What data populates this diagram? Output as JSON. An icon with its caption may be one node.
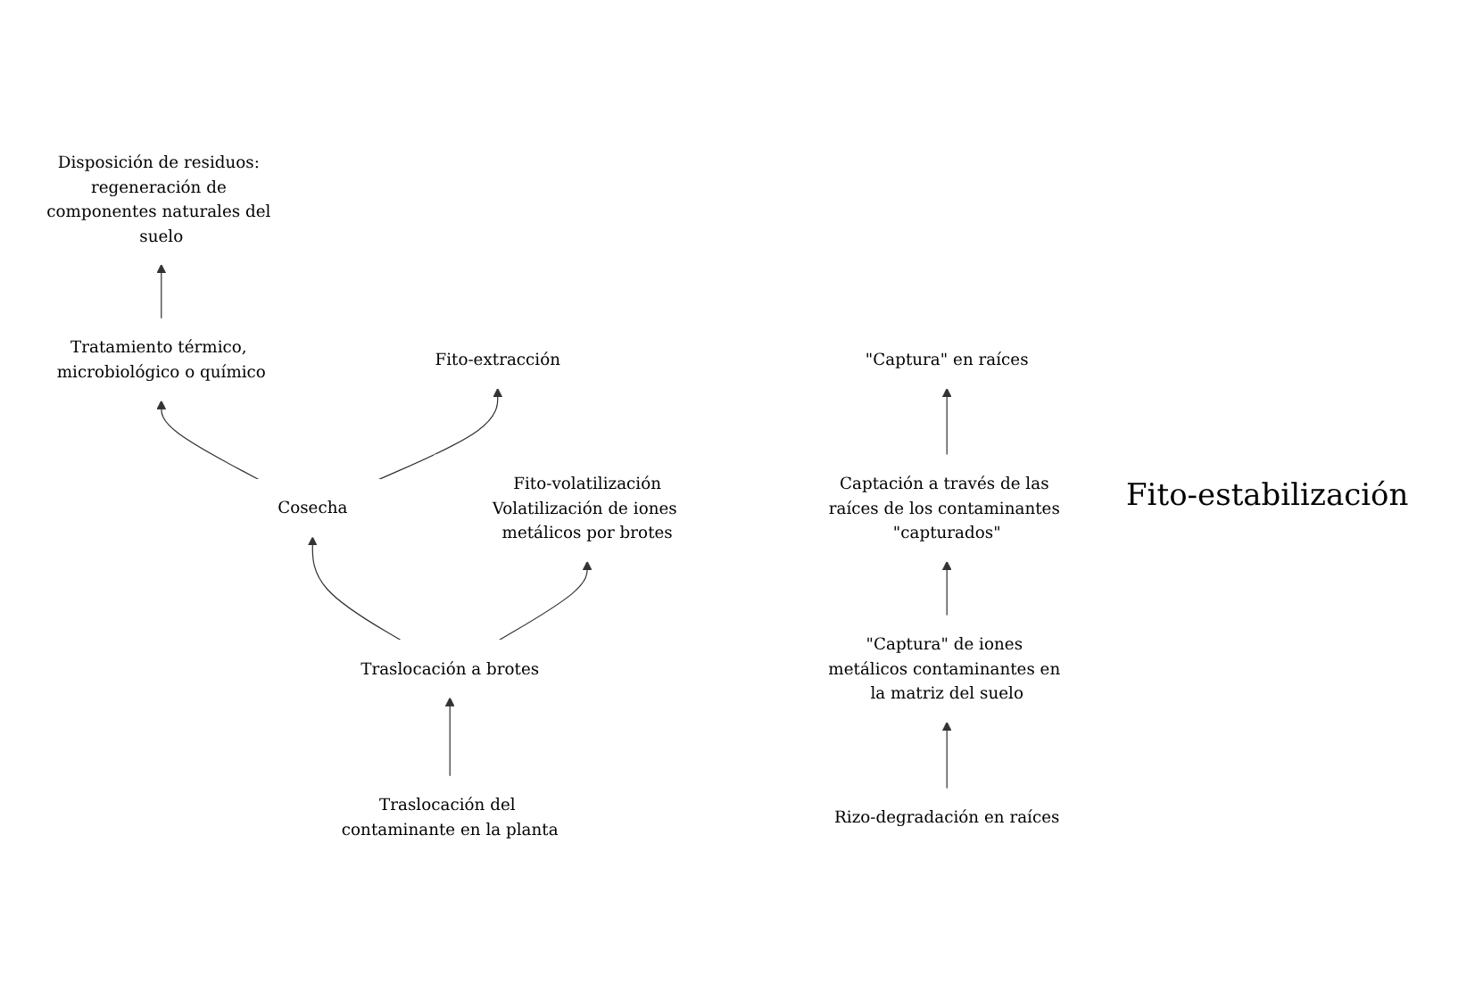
{
  "diagram": {
    "nodes": [
      {
        "text": [
          "Tratamiento térmico, microbiológico o químico"
        ]
      },
      {
        "text": [
          "Disposición de residuos: regeneración de componentes naturales del suelo"
        ]
      },
      {
        "text": [
          "Fito-extracción"
        ]
      },
      {
        "text": [
          "Cosecha"
        ]
      },
      {
        "text": [
          "Fito-volatilización",
          "Volatilización de iones metálicos por brotes"
        ]
      },
      {
        "text": [
          "Traslocación a brotes"
        ]
      },
      {
        "text": [
          "Traslocación del contaminante en la planta"
        ]
      },
      {
        "text": [
          "Rizo-degradación en raíces"
        ]
      },
      {
        "text": [
          "\"Captura\" en raíces"
        ]
      },
      {
        "text": [
          "\"Captura\" de iones metálicos contaminantes en la matriz del suelo"
        ]
      },
      {
        "text": [
          "Captación a través de las raíces de los contaminantes \"capturados\""
        ]
      }
    ],
    "edges": [
      {
        "from": 0,
        "to": 1,
        "arrow": "to"
      },
      {
        "from": 3,
        "to": 2,
        "arrow": "to"
      },
      {
        "from": 3,
        "to": 0,
        "arrow": "to"
      },
      {
        "from": 5,
        "to": 4,
        "arrow": "to"
      },
      {
        "from": 5,
        "to": 3,
        "arrow": "to"
      },
      {
        "from": 6,
        "to": 5,
        "arrow": "to"
      },
      {
        "from": 7,
        "to": 9,
        "arrow": "to"
      },
      {
        "from": 9,
        "to": 10,
        "arrow": "to"
      },
      {
        "from": 10,
        "to": 8,
        "arrow": "to"
      }
    ],
    "labels": [
      "Fito-estabilización"
    ]
  }
}
